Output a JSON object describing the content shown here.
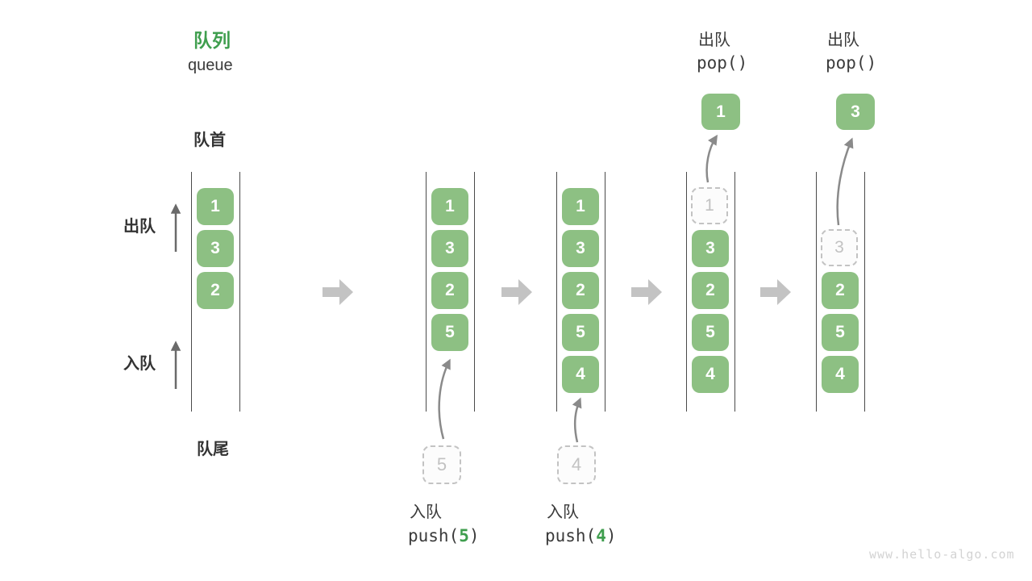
{
  "title": {
    "zh": "队列",
    "en": "queue"
  },
  "labels": {
    "front": "队首",
    "rear": "队尾",
    "dequeue": "出队",
    "enqueue": "入队"
  },
  "ops": {
    "push5": {
      "name": "入队",
      "fn": "push(",
      "arg": "5",
      "close": ")"
    },
    "push4": {
      "name": "入队",
      "fn": "push(",
      "arg": "4",
      "close": ")"
    },
    "pop1": {
      "name": "出队",
      "code": "pop()"
    },
    "pop2": {
      "name": "出队",
      "code": "pop()"
    }
  },
  "states": {
    "s1": {
      "boxes": [
        "1",
        "3",
        "2"
      ]
    },
    "s2": {
      "boxes": [
        "1",
        "3",
        "2",
        "5"
      ],
      "staged": "5"
    },
    "s3": {
      "boxes": [
        "1",
        "3",
        "2",
        "5",
        "4"
      ],
      "staged": "4"
    },
    "s4": {
      "ghost": "1",
      "boxes": [
        "3",
        "2",
        "5",
        "4"
      ],
      "popped": "1"
    },
    "s5": {
      "ghost": "3",
      "boxes": [
        "2",
        "5",
        "4"
      ],
      "popped": "3"
    }
  },
  "watermark": "www.hello-algo.com",
  "colors": {
    "accent_green": "#3f9e4e",
    "box_green": "#8dc083",
    "container_line": "#4a4a4a",
    "dashed_gray": "#c3c3c3",
    "flow_arrow_gray": "#c3c3c3",
    "curve_arrow_gray": "#8a8a8a",
    "text_dark": "#3b3b3b",
    "watermark_gray": "#d3d3d3"
  }
}
